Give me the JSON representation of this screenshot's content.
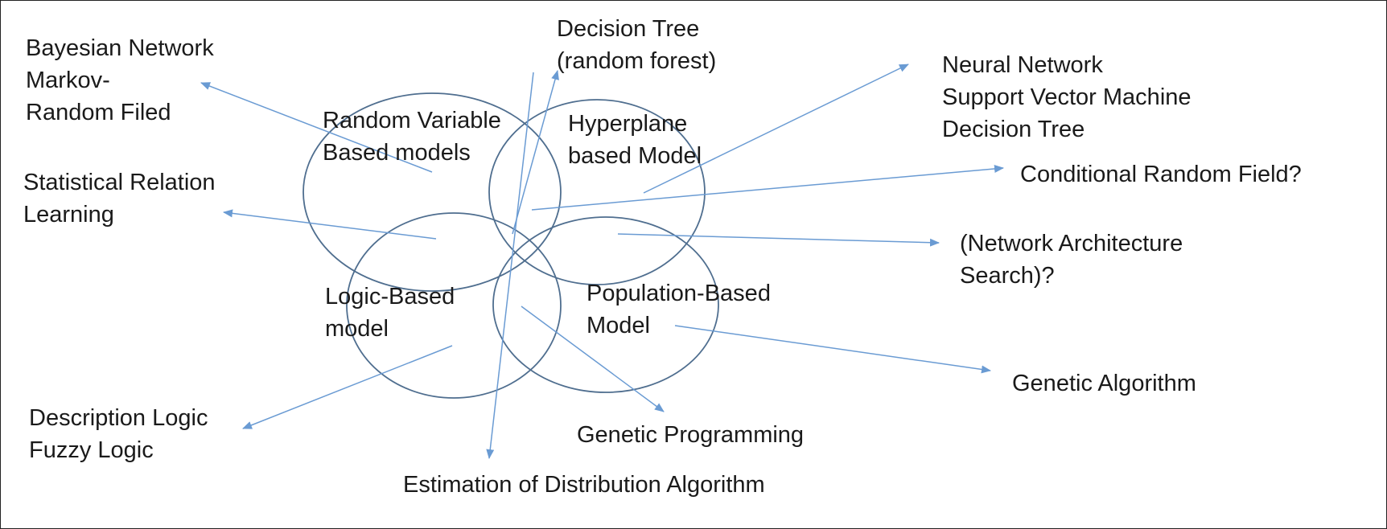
{
  "colors": {
    "ellipse_stroke": "#4f6e8f",
    "arrow": "#6a9bd3",
    "text": "#1a1a1a",
    "border": "#222222"
  },
  "sets": {
    "random_variable": [
      "Random Variable",
      "Based models"
    ],
    "hyperplane": [
      "Hyperplane",
      "based Model"
    ],
    "logic": [
      "Logic-Based",
      "model"
    ],
    "population": [
      "Population-Based",
      "Model"
    ]
  },
  "targets": {
    "bayesian": [
      "Bayesian Network",
      "Markov-",
      "Random Filed"
    ],
    "decision_tree_rf": [
      "Decision Tree",
      "(random forest)"
    ],
    "neural": [
      "Neural Network",
      "Support Vector Machine",
      "Decision Tree"
    ],
    "srl": [
      "Statistical Relation",
      "Learning"
    ],
    "crf": [
      "Conditional Random Field?"
    ],
    "nas": [
      "(Network Architecture",
      "Search)?"
    ],
    "ga": [
      "Genetic Algorithm"
    ],
    "description_logic": [
      "Description Logic",
      "Fuzzy Logic"
    ],
    "gp": [
      "Genetic Programming"
    ],
    "eda": [
      "Estimation of Distribution Algorithm"
    ]
  }
}
